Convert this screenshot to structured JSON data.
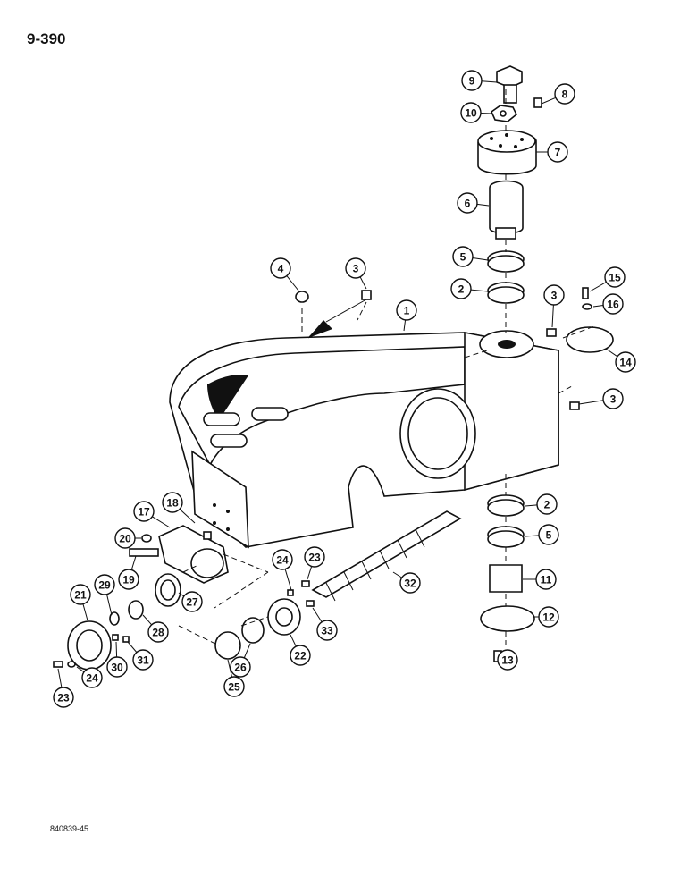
{
  "page": {
    "title": "9-390",
    "figure_code": "840839-45"
  },
  "colors": {
    "ink": "#111111",
    "paper": "#ffffff"
  },
  "callouts": [
    "9",
    "8",
    "10",
    "7",
    "6",
    "5",
    "4",
    "3",
    "2",
    "1",
    "15",
    "16",
    "3",
    "14",
    "3",
    "18",
    "17",
    "2",
    "20",
    "5",
    "19",
    "24",
    "23",
    "32",
    "11",
    "21",
    "29",
    "27",
    "12",
    "28",
    "22",
    "33",
    "31",
    "30",
    "26",
    "25",
    "23",
    "24",
    "13"
  ]
}
